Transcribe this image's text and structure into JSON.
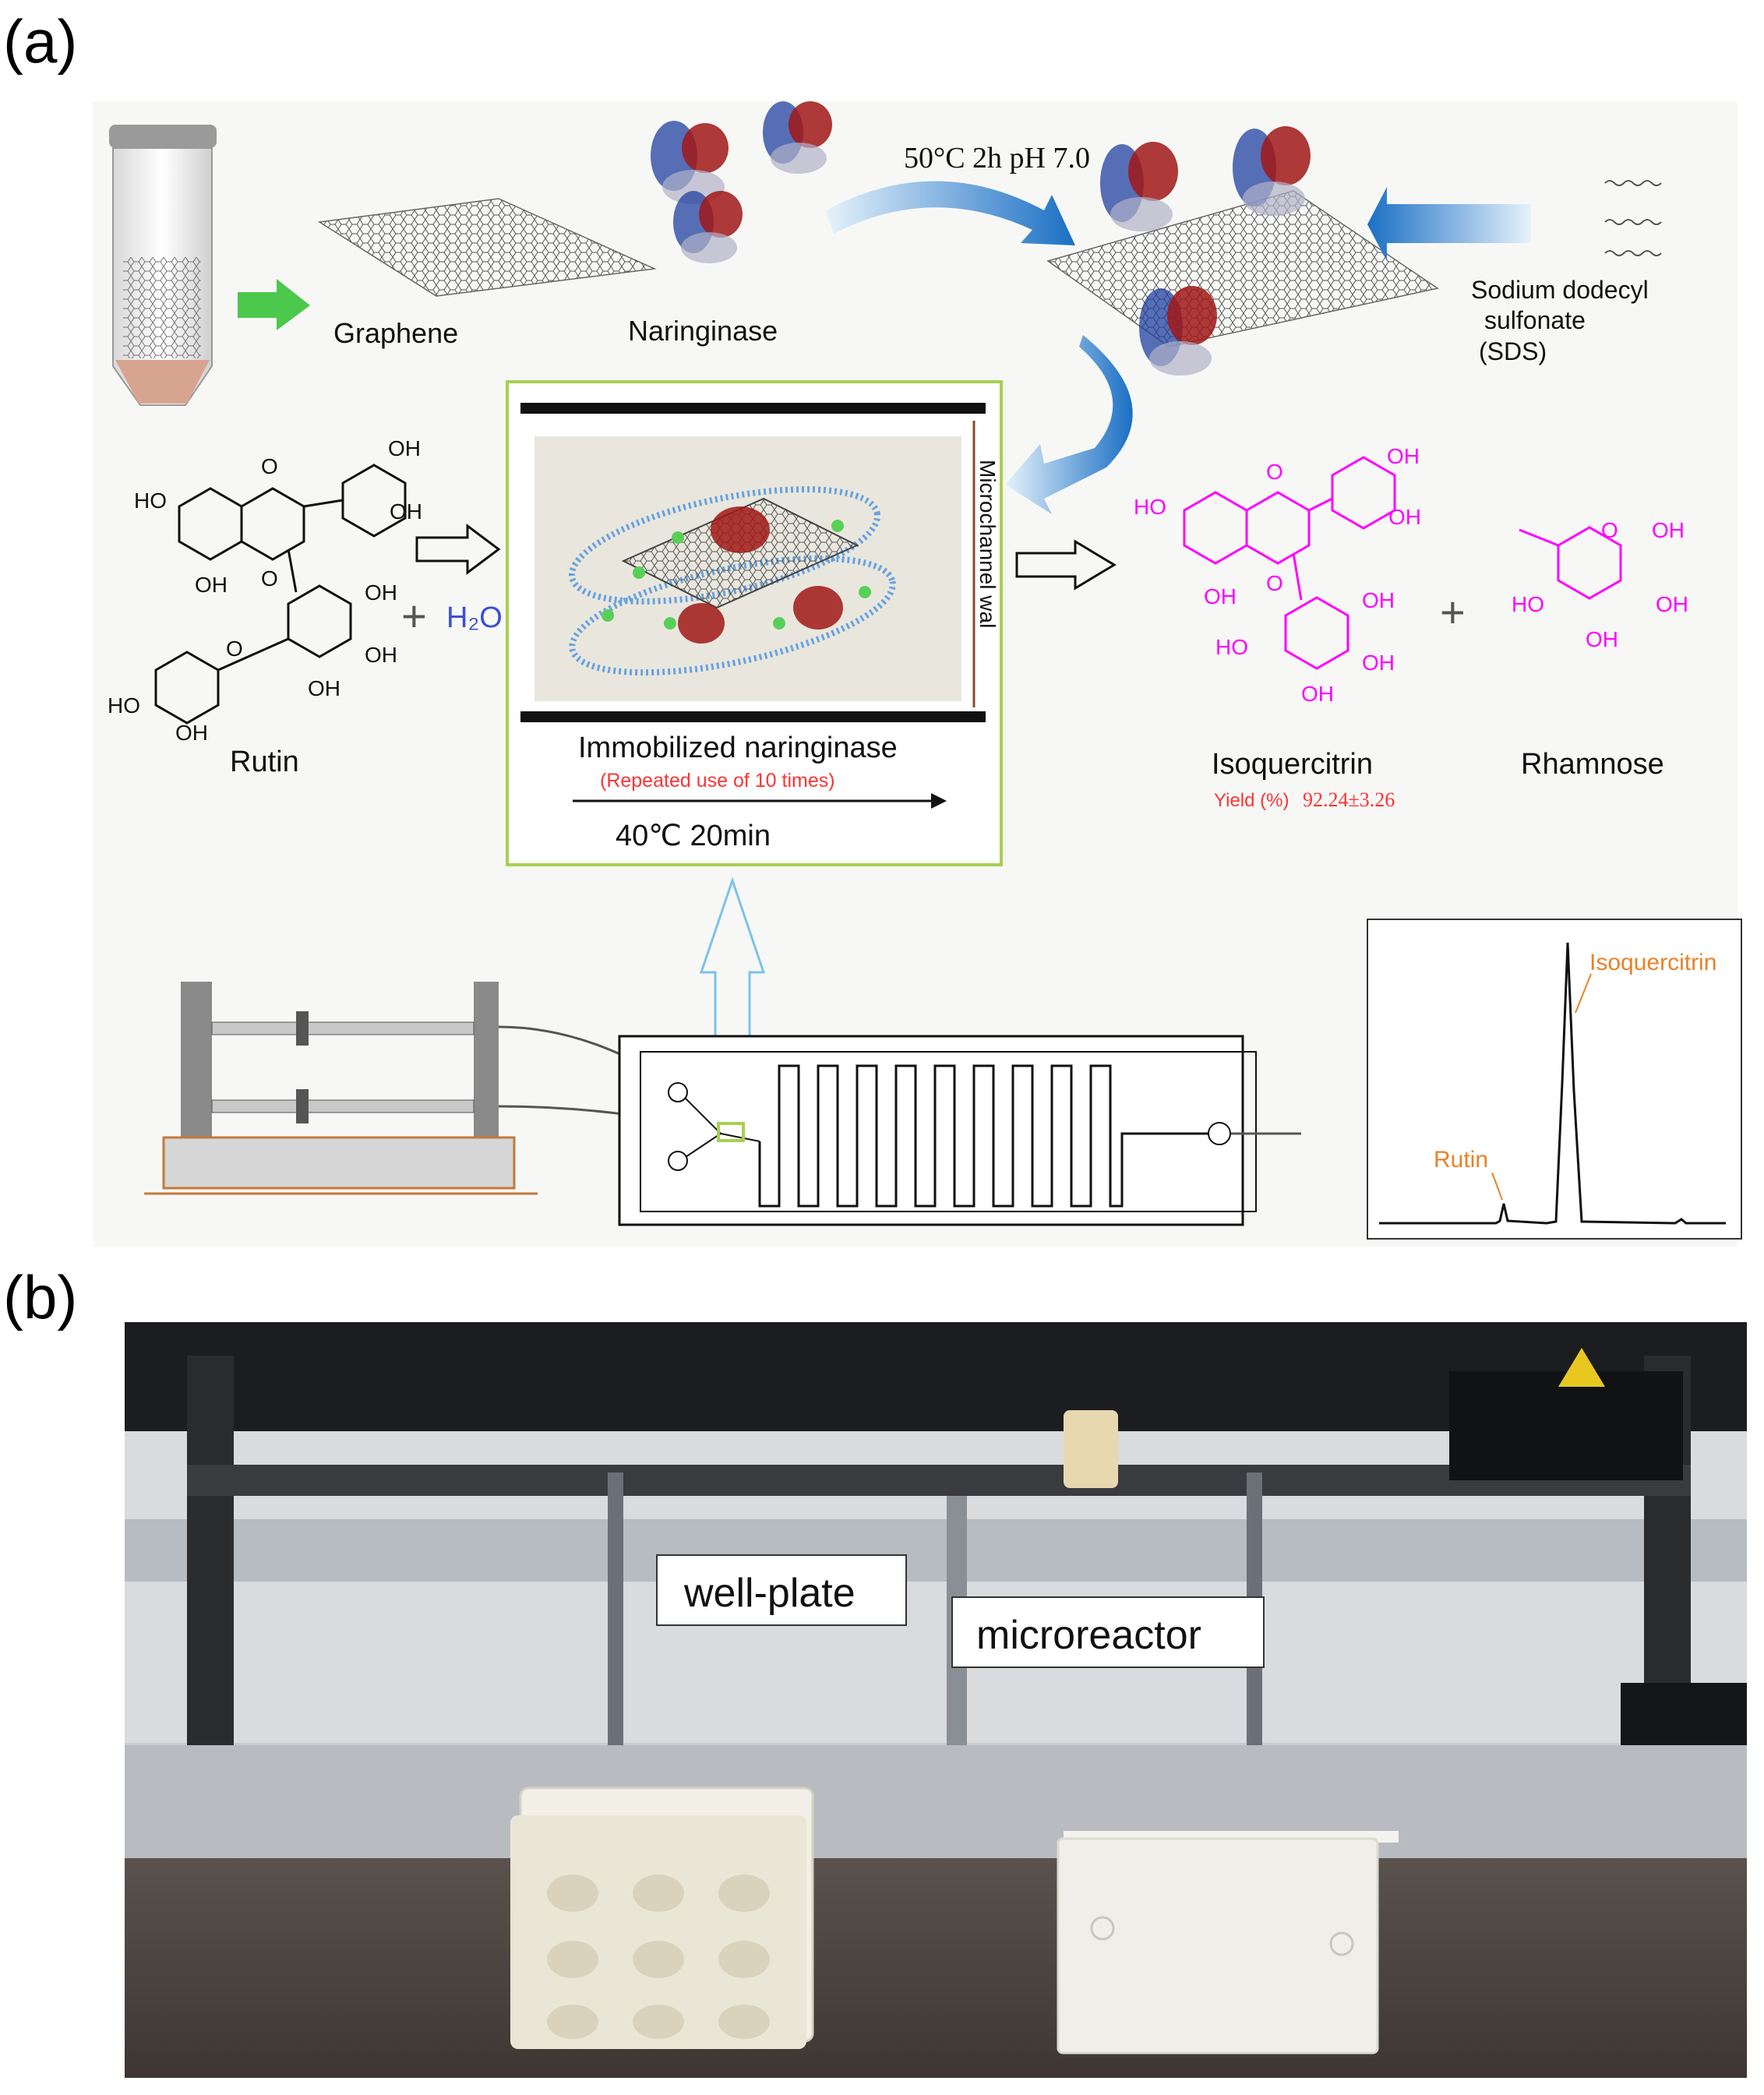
{
  "panel_a": {
    "label": "(a)",
    "graphene_label": "Graphene",
    "naringinase_label": "Naringinase",
    "reaction_conditions": "50°C 2h pH 7.0",
    "sds_line1": "Sodium dodecyl",
    "sds_line2": "sulfonate",
    "sds_line3": "(SDS)",
    "microchannel_label": "Microchannel wal",
    "immobilized_label": "Immobilized naringinase",
    "repeated_use": "(Repeated use of 10 times)",
    "reaction_condition_2": "40℃ 20min",
    "rutin_label": "Rutin",
    "water_label": "H₂O",
    "isoquercitrin_label": "Isoquercitrin",
    "yield_label": "Yield (%)",
    "yield_value": "92.24±3.26",
    "rhamnose_label": "Rhamnose",
    "plus": "+",
    "oh": "OH",
    "ho": "HO",
    "o": "O",
    "chromatogram": {
      "peak1_label": "Rutin",
      "peak2_label": "Isoquercitrin"
    }
  },
  "panel_b": {
    "label": "(b)",
    "well_plate_label": "well-plate",
    "microreactor_label": "microreactor"
  },
  "colors": {
    "product_magenta": "#ff00ff",
    "yield_red": "#ff3333",
    "arrow_blue": "#1a6fc4",
    "frame_green": "#a8d050",
    "peak_orange": "#e8822a",
    "water_blue": "#3b4fd8"
  }
}
